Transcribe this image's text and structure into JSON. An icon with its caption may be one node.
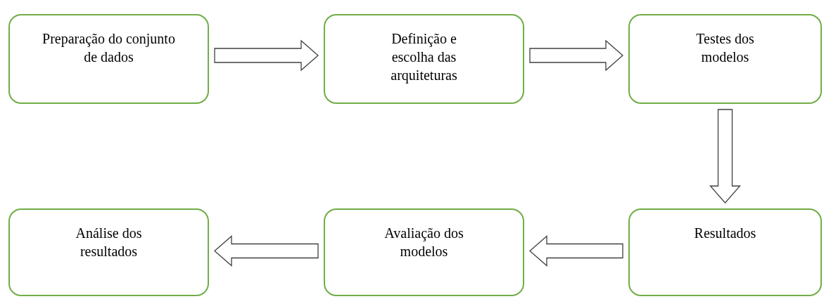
{
  "diagram": {
    "nodes": [
      {
        "text": [
          "Preparação do conjunto de dados"
        ]
      },
      {
        "text": [
          "Definição e escolha das arquiteturas"
        ]
      },
      {
        "text": [
          "Testes dos modelos"
        ]
      },
      {
        "text": [
          "Resultados"
        ]
      },
      {
        "text": [
          "Avaliação dos modelos"
        ]
      },
      {
        "text": [
          "Análise dos resultados"
        ]
      }
    ],
    "edges": [
      {
        "from": 0,
        "to": 1,
        "arrow": "to"
      },
      {
        "from": 1,
        "to": 2,
        "arrow": "to"
      },
      {
        "from": 2,
        "to": 3,
        "arrow": "to"
      },
      {
        "from": 3,
        "to": 4,
        "arrow": "to"
      },
      {
        "from": 4,
        "to": 5,
        "arrow": "to"
      }
    ]
  }
}
